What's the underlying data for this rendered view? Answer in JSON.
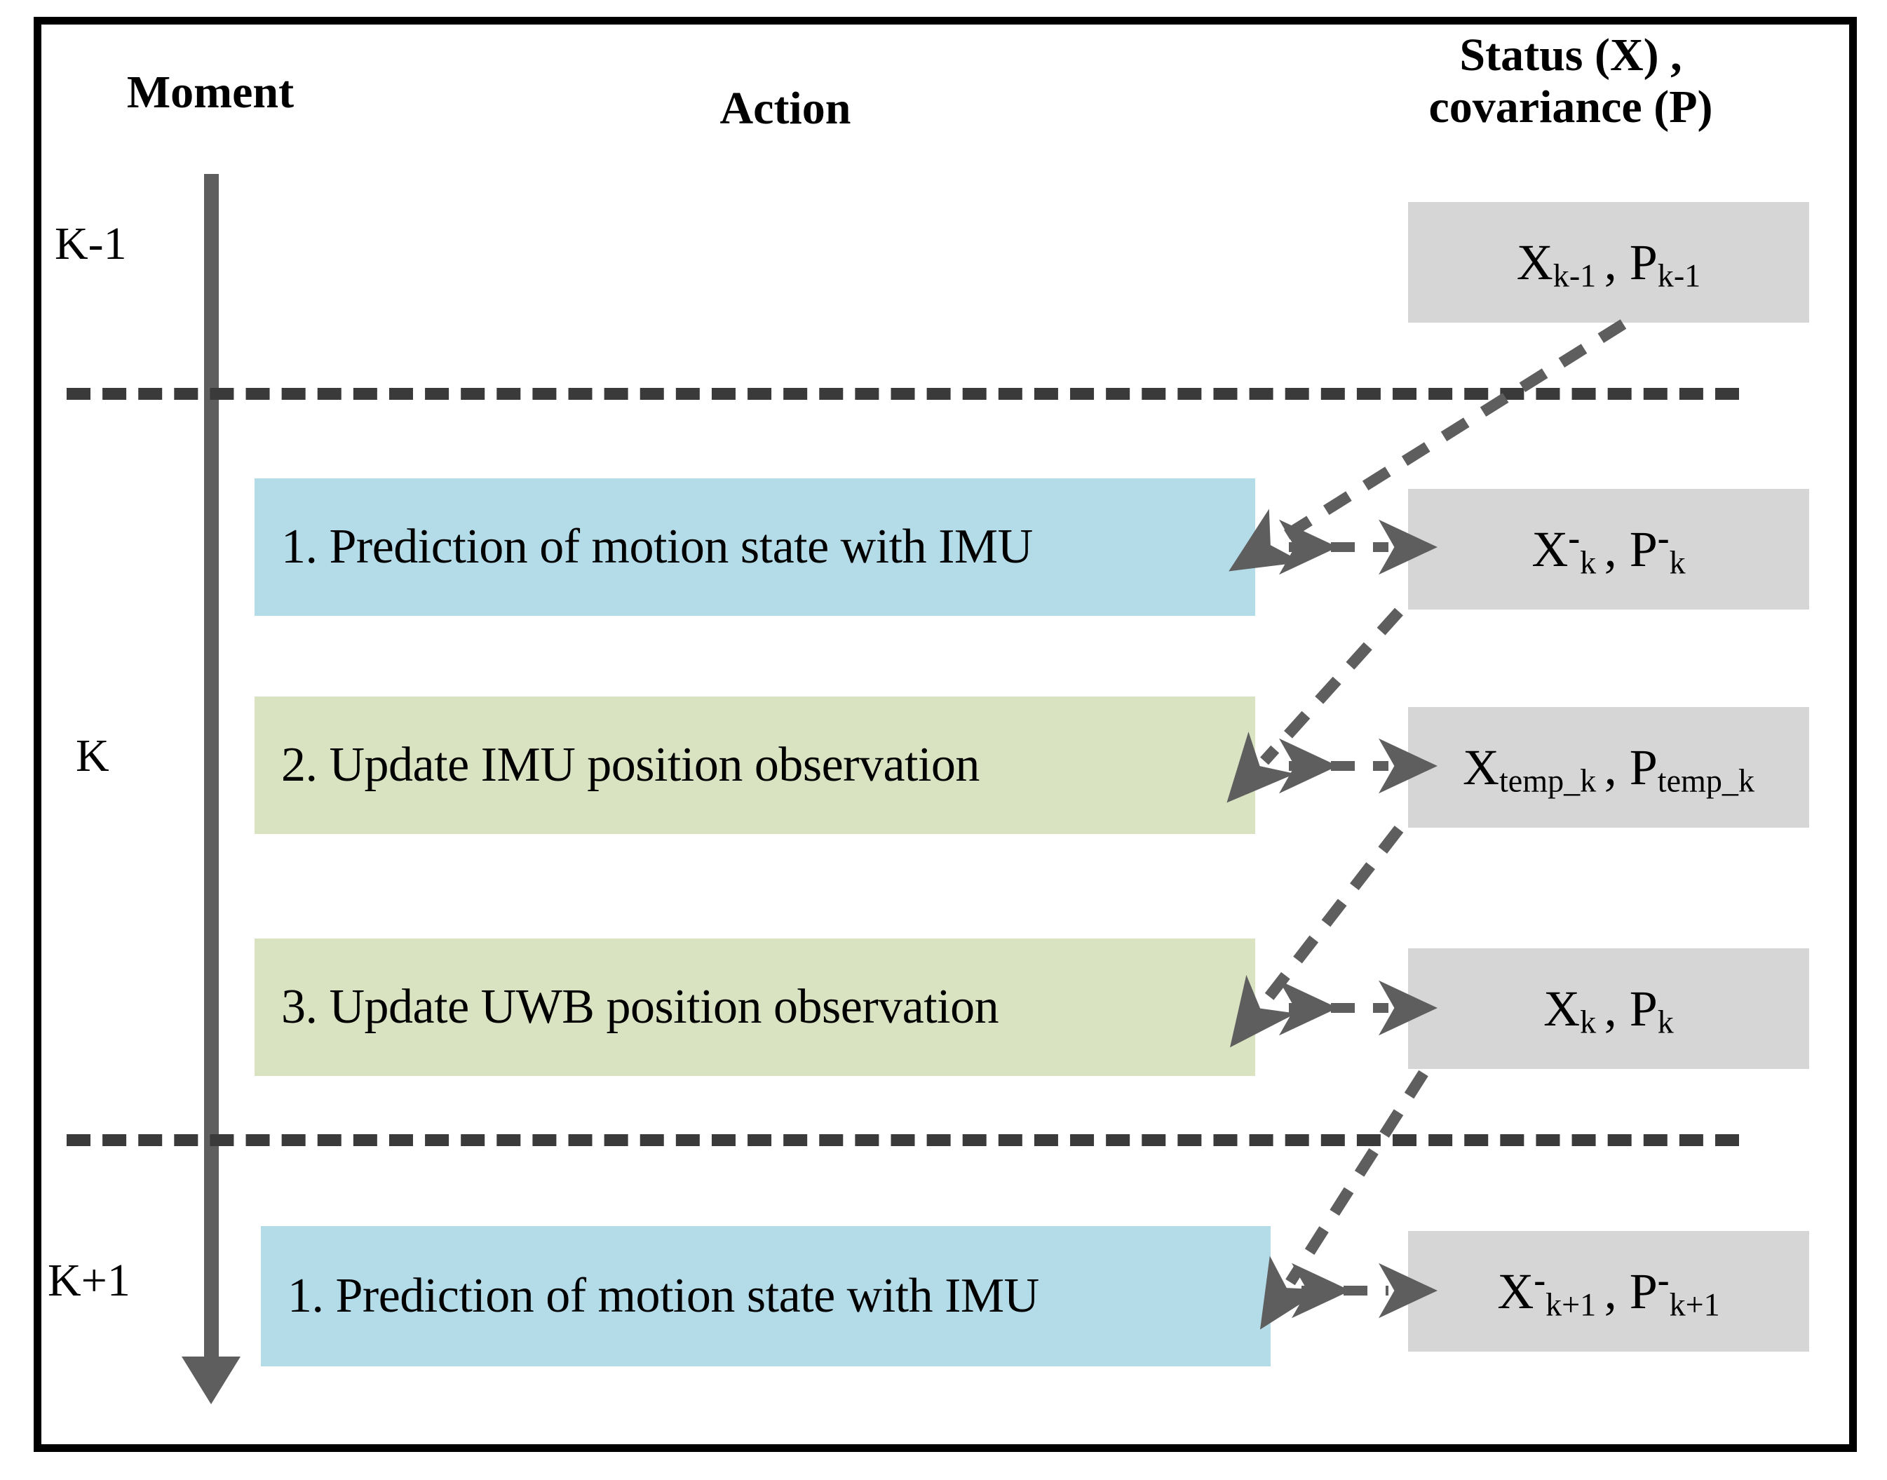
{
  "headers": {
    "moment": "Moment",
    "action": "Action",
    "status": "Status (X) ,\ncovariance (P)"
  },
  "moments": [
    {
      "id": "k-minus-1",
      "label": "K-1"
    },
    {
      "id": "k",
      "label": "K"
    },
    {
      "id": "k-plus-1",
      "label": "K+1"
    }
  ],
  "actions": [
    {
      "id": "predict-imu-k",
      "label": "1. Prediction of motion state with IMU",
      "color": "#b4dce8",
      "moment": "K"
    },
    {
      "id": "update-imu-pos",
      "label": "2. Update IMU position observation",
      "color": "#d9e2c1",
      "moment": "K"
    },
    {
      "id": "update-uwb-pos",
      "label": "3. Update UWB position observation",
      "color": "#d9e2c1",
      "moment": "K"
    },
    {
      "id": "predict-imu-kplus",
      "label": "1. Prediction of motion state with IMU",
      "color": "#b4dce8",
      "moment": "K+1"
    }
  ],
  "statuses": [
    {
      "id": "state-k-minus-1",
      "x_base": "X",
      "x_sub": "k-1",
      "x_sup": "",
      "p_base": "P",
      "p_sub": "k-1",
      "p_sup": "",
      "plain": "X k-1 , P k-1"
    },
    {
      "id": "state-k-prior",
      "x_base": "X",
      "x_sub": "k",
      "x_sup": "-",
      "p_base": "P",
      "p_sub": "k",
      "p_sup": "-",
      "plain": "X-k , P-k"
    },
    {
      "id": "state-k-temp",
      "x_base": "X",
      "x_sub": "temp_k",
      "x_sup": "",
      "p_base": "P",
      "p_sub": "temp_k",
      "p_sup": "",
      "plain": "X temp_k , P temp_k"
    },
    {
      "id": "state-k-post",
      "x_base": "X",
      "x_sub": "k",
      "x_sup": "",
      "p_base": "P",
      "p_sub": "k",
      "p_sup": "",
      "plain": "X k , P k"
    },
    {
      "id": "state-kplus1",
      "x_base": "X",
      "x_sub": "k+1",
      "x_sup": "-",
      "p_base": "P",
      "p_sub": "k+1",
      "p_sup": "-",
      "plain": "X-k+1 , P-k+1"
    }
  ],
  "separators": [
    {
      "id": "separator-above-k",
      "after_moment": "K-1"
    },
    {
      "id": "separator-below-k",
      "after_moment": "K"
    }
  ],
  "colors": {
    "box_blue": "#b4dce8",
    "box_green": "#d9e2c1",
    "box_gray": "#d6d6d6",
    "arrow_gray": "#5e5e5e",
    "dashed_line": "#3a3a3a",
    "frame_black": "#000000",
    "timeline_gray": "#5e5e5e"
  },
  "timeline": {
    "id": "time-axis",
    "direction": "downward",
    "arrow_icon": "down-arrow-icon"
  }
}
